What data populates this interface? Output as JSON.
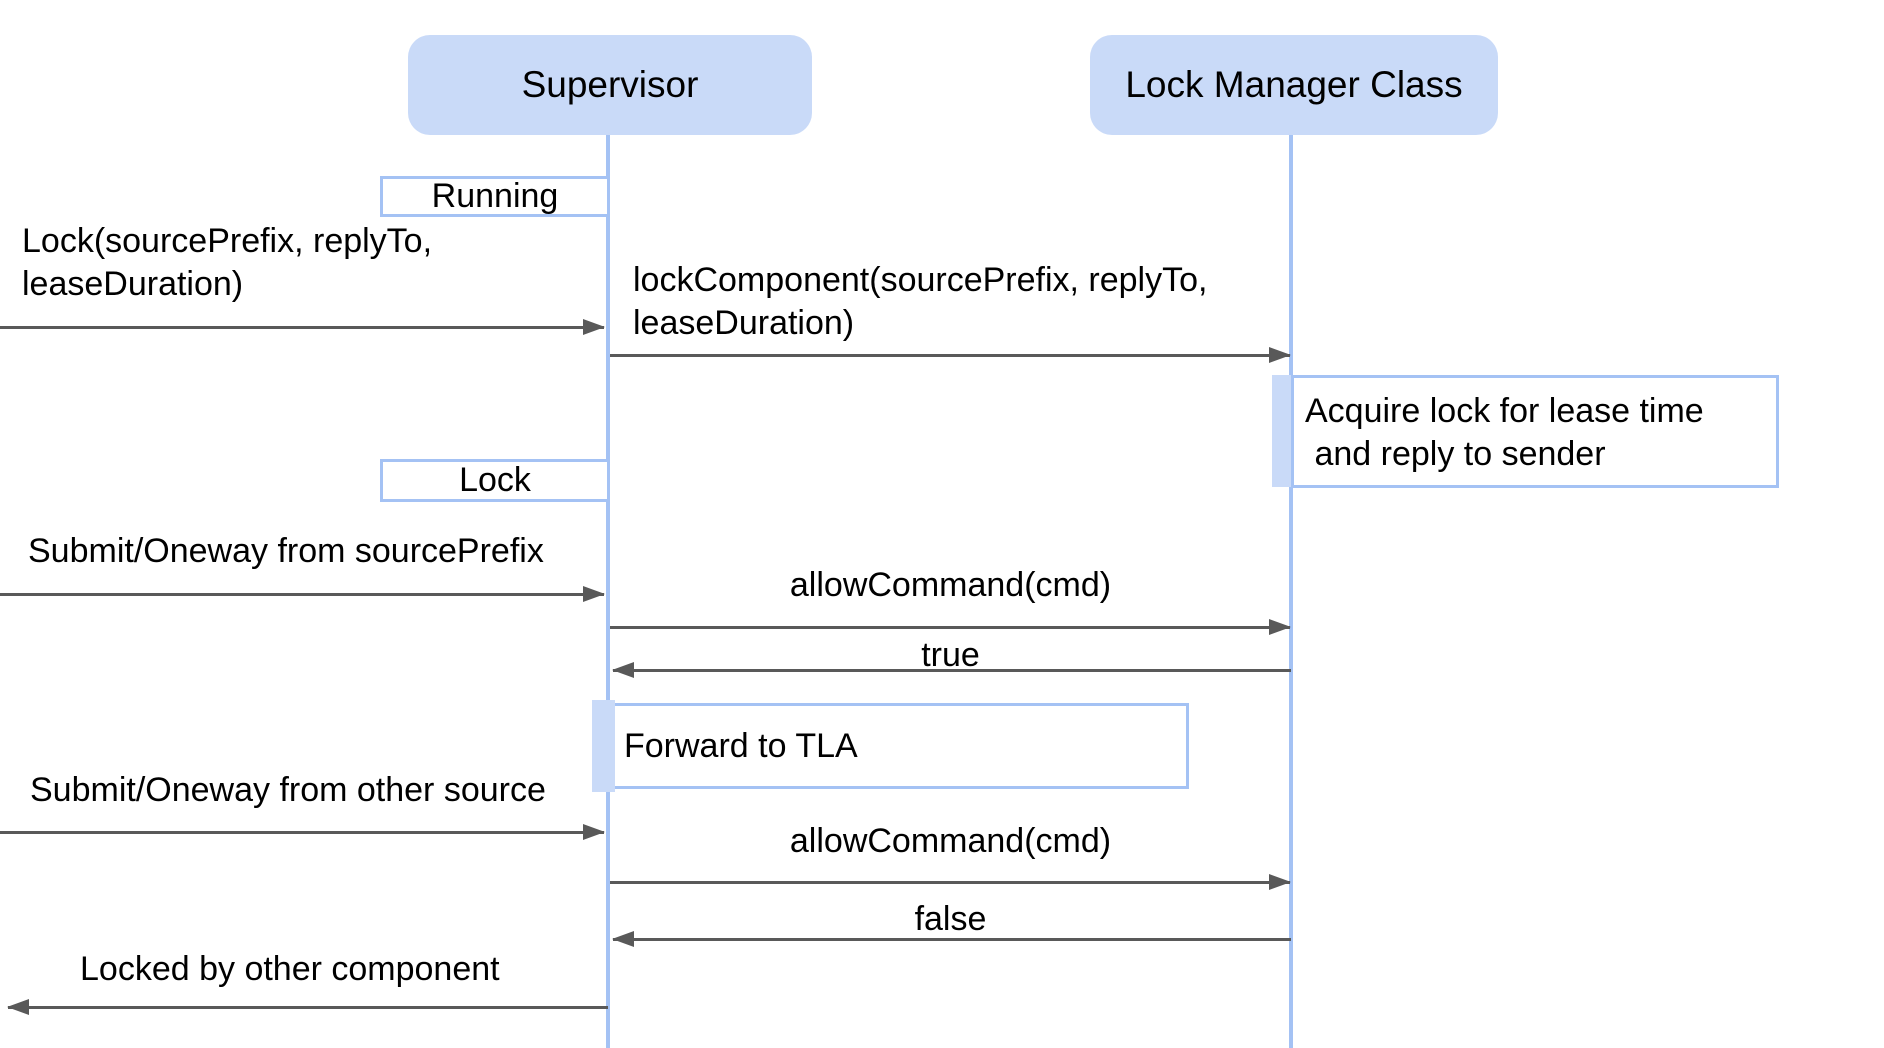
{
  "participants": {
    "supervisor": "Supervisor",
    "lock_manager": "Lock Manager Class"
  },
  "state_boxes": {
    "running": "Running",
    "lock": "Lock"
  },
  "note_boxes": {
    "acquire": "Acquire lock for lease time\n and reply to sender",
    "forward": "Forward to TLA"
  },
  "messages": {
    "lock_request": "Lock(sourcePrefix, replyTo,\nleaseDuration)",
    "lock_component": "lockComponent(sourcePrefix, replyTo,\nleaseDuration)",
    "submit_source": "Submit/Oneway from sourcePrefix",
    "allow_command_1": "allowCommand(cmd)",
    "true_reply": "true",
    "submit_other": "Submit/Oneway from other source",
    "allow_command_2": "allowCommand(cmd)",
    "false_reply": "false",
    "locked_by_other": "Locked by other component"
  },
  "colors": {
    "participant_fill": "#c9daf8",
    "box_border": "#a4c2f4",
    "lifeline": "#a4c2f4",
    "activation_fill": "#c9daf8",
    "arrow": "#595959",
    "text": "#000000",
    "background": "#ffffff"
  }
}
